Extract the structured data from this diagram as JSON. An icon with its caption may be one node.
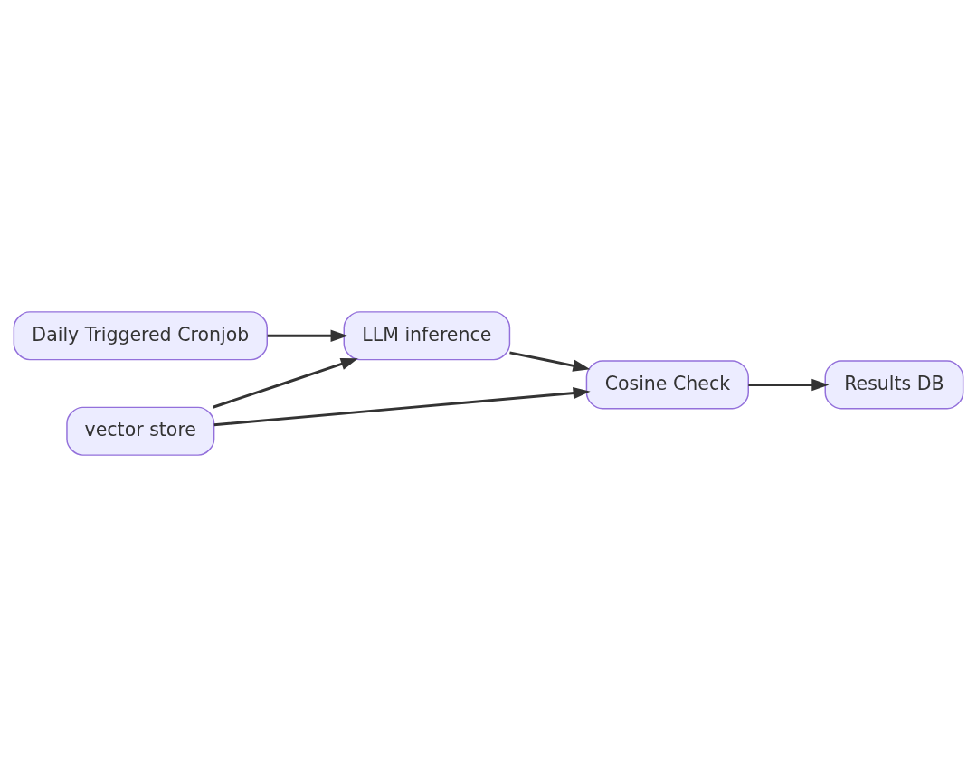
{
  "diagram": {
    "nodes": [
      {
        "text": [
          "Daily Triggered Cronjob"
        ]
      },
      {
        "text": [
          "LLM inference"
        ]
      },
      {
        "text": [
          "vector store"
        ]
      },
      {
        "text": [
          "Cosine Check"
        ]
      },
      {
        "text": [
          "Results DB"
        ]
      }
    ],
    "edges": [
      {
        "from": 0,
        "to": 1,
        "arrow": "to"
      },
      {
        "from": 2,
        "to": 1,
        "arrow": "to"
      },
      {
        "from": 1,
        "to": 3,
        "arrow": "to"
      },
      {
        "from": 2,
        "to": 3,
        "arrow": "to"
      },
      {
        "from": 3,
        "to": 4,
        "arrow": "to"
      }
    ]
  }
}
